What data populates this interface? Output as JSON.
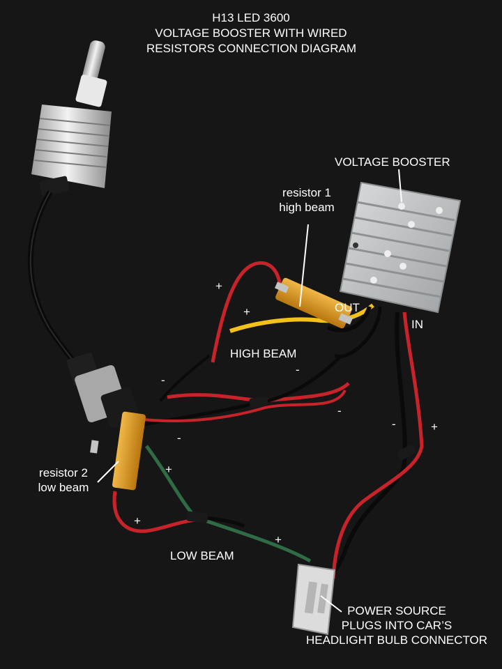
{
  "title": {
    "line1": "H13 LED 3600",
    "line2": "VOLTAGE BOOSTER WITH WIRED",
    "line3": "RESISTORS CONNECTION DIAGRAM"
  },
  "labels": {
    "voltage_booster": "VOLTAGE BOOSTER",
    "resistor1_line1": "resistor 1",
    "resistor1_line2": "high beam",
    "resistor2_line1": "resistor 2",
    "resistor2_line2": "low beam",
    "out": "OUT",
    "in": "IN",
    "high_beam": "HIGH BEAM",
    "low_beam": "LOW BEAM",
    "power_line1": "POWER SOURCE",
    "power_line2": "PLUGS INTO CAR’S",
    "power_line3": "HEADLIGHT BULB CONNECTOR"
  },
  "polarity": {
    "plus": "+",
    "minus": "-"
  },
  "colors": {
    "background": "#161616",
    "wire_red": "#c8232b",
    "wire_black": "#0a0a0a",
    "wire_yellow": "#f2c21a",
    "wire_green": "#2f6b45",
    "resistor_gold": "#d9951e",
    "booster_silver": "#bfc2c4",
    "connector_white": "#dcdcdc",
    "text": "#ffffff"
  }
}
